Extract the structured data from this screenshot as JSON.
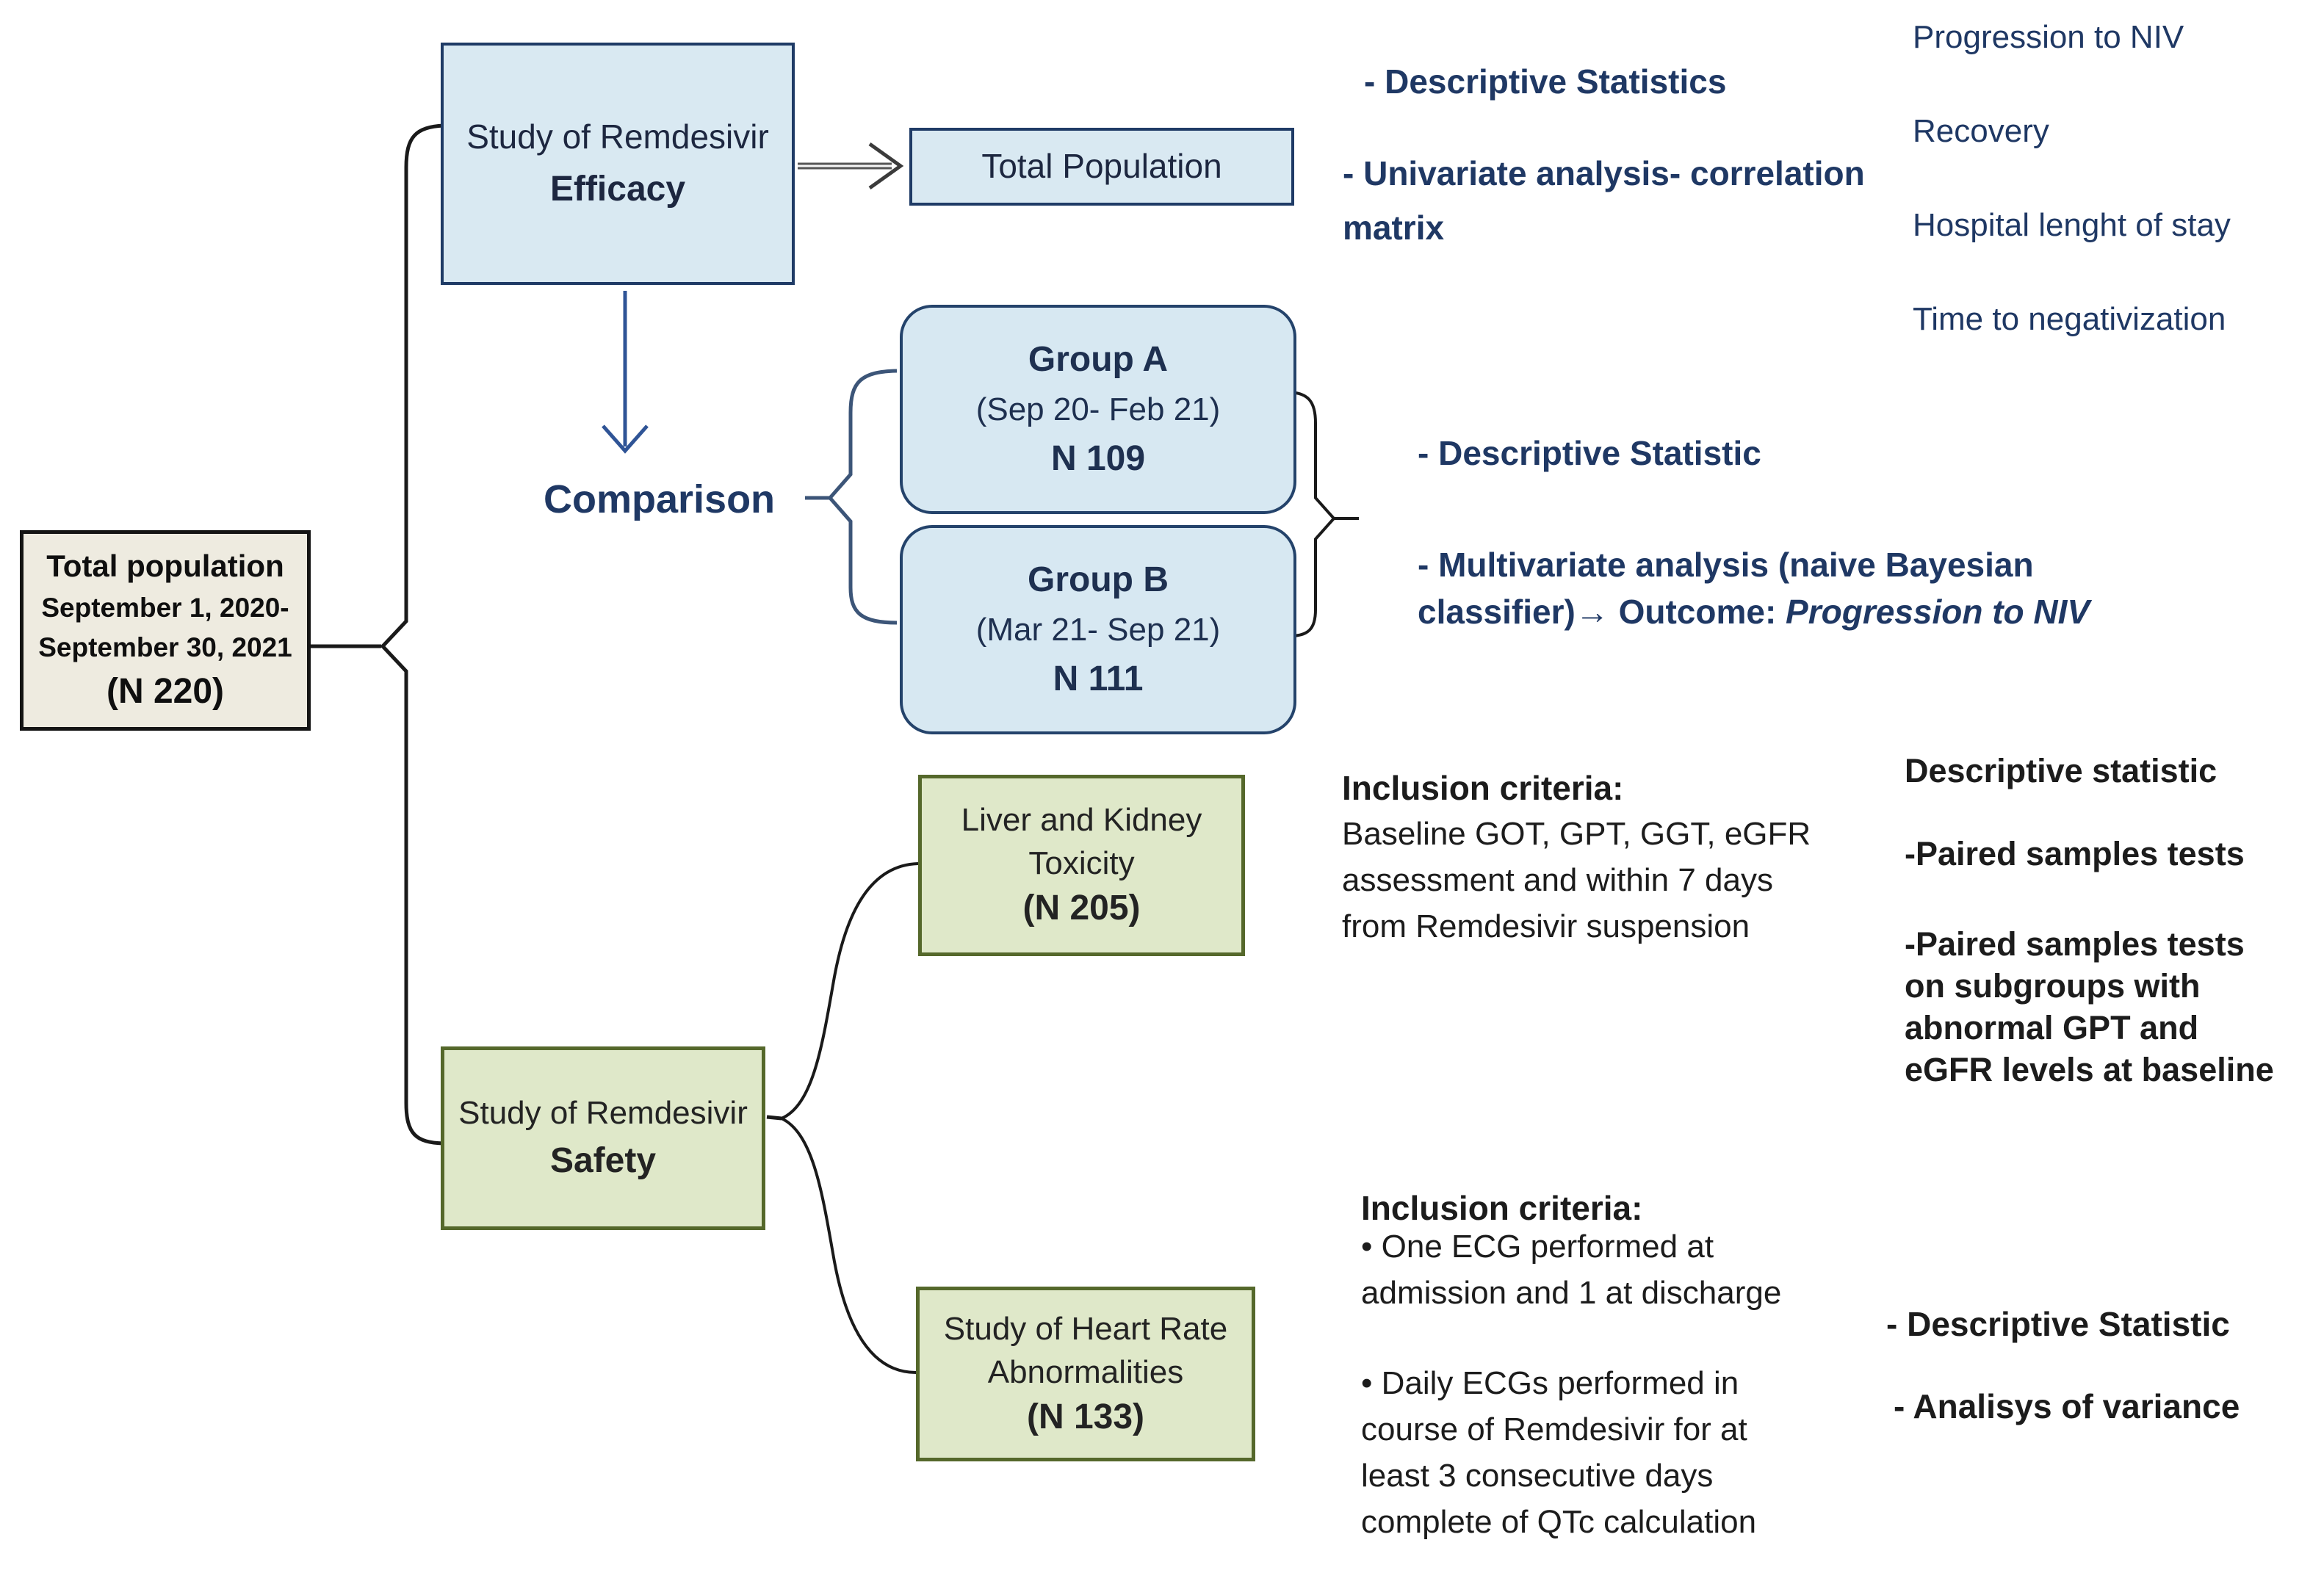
{
  "palette": {
    "blue_fill": "#D9E9F2",
    "blue_border": "#1F3B66",
    "green_fill": "#DFE8C9",
    "green_border": "#55682B",
    "beige_fill": "#EEEBE0",
    "navy_text": "#1F3864",
    "black_text": "#1C1C1C",
    "arrow_blue": "#2F5496"
  },
  "left_box": {
    "title": "Total population",
    "date1": "September 1, 2020-",
    "date2": "September 30, 2021",
    "n": "(N 220)"
  },
  "efficacy_box": {
    "line1": "Study of Remdesivir",
    "line2": "Efficacy"
  },
  "total_population_box": {
    "label": "Total Population"
  },
  "efficacy_stats": {
    "item1": "- Descriptive Statistics",
    "item2_line1": "- Univariate analysis- correlation",
    "item2_line2": "matrix"
  },
  "outcomes": {
    "item1": "Progression to NIV",
    "item2": "Recovery",
    "item3": "Hospital lenght of stay",
    "item4": "Time to negativization"
  },
  "comparison": {
    "label": "Comparison"
  },
  "group_a": {
    "title": "Group A",
    "period": "(Sep 20- Feb 21)",
    "n": "N 109"
  },
  "group_b": {
    "title": "Group B",
    "period": "(Mar 21- Sep 21)",
    "n": "N 111"
  },
  "comparison_stats": {
    "item1": "- Descriptive Statistic",
    "item2_line1": "- Multivariate analysis (naive Bayesian",
    "item2_line2_prefix": "classifier)→ Outcome: ",
    "item2_line2_em": "Progression to NIV"
  },
  "liver_box": {
    "line1": "Liver and Kidney",
    "line2": "Toxicity",
    "n": "(N 205)"
  },
  "liver_inclusion": {
    "header": "Inclusion criteria:",
    "line1": "Baseline GOT, GPT, GGT, eGFR",
    "line2": "assessment and within 7 days",
    "line3": "from Remdesivir suspension"
  },
  "liver_stats": {
    "header": "Descriptive statistic",
    "item1": "-Paired samples tests",
    "item2_line1": "-Paired samples tests",
    "item2_line2": "on subgroups with",
    "item2_line3": "abnormal GPT and",
    "item2_line4": "eGFR levels at baseline"
  },
  "safety_box": {
    "line1": "Study of Remdesivir",
    "line2": "Safety"
  },
  "heart_box": {
    "line1": "Study of Heart Rate",
    "line2": "Abnormalities",
    "n": "(N 133)"
  },
  "ecg_inclusion": {
    "header": "Inclusion criteria:",
    "b1_line1": "• One ECG performed at",
    "b1_line2": "admission and 1 at discharge",
    "b2_line1": "• Daily ECGs performed in",
    "b2_line2": "course of Remdesivir for at",
    "b2_line3": "least 3 consecutive days",
    "b2_line4": "complete of QTc calculation"
  },
  "heart_stats": {
    "item1": "- Descriptive Statistic",
    "item2": "- Analisys of variance"
  }
}
